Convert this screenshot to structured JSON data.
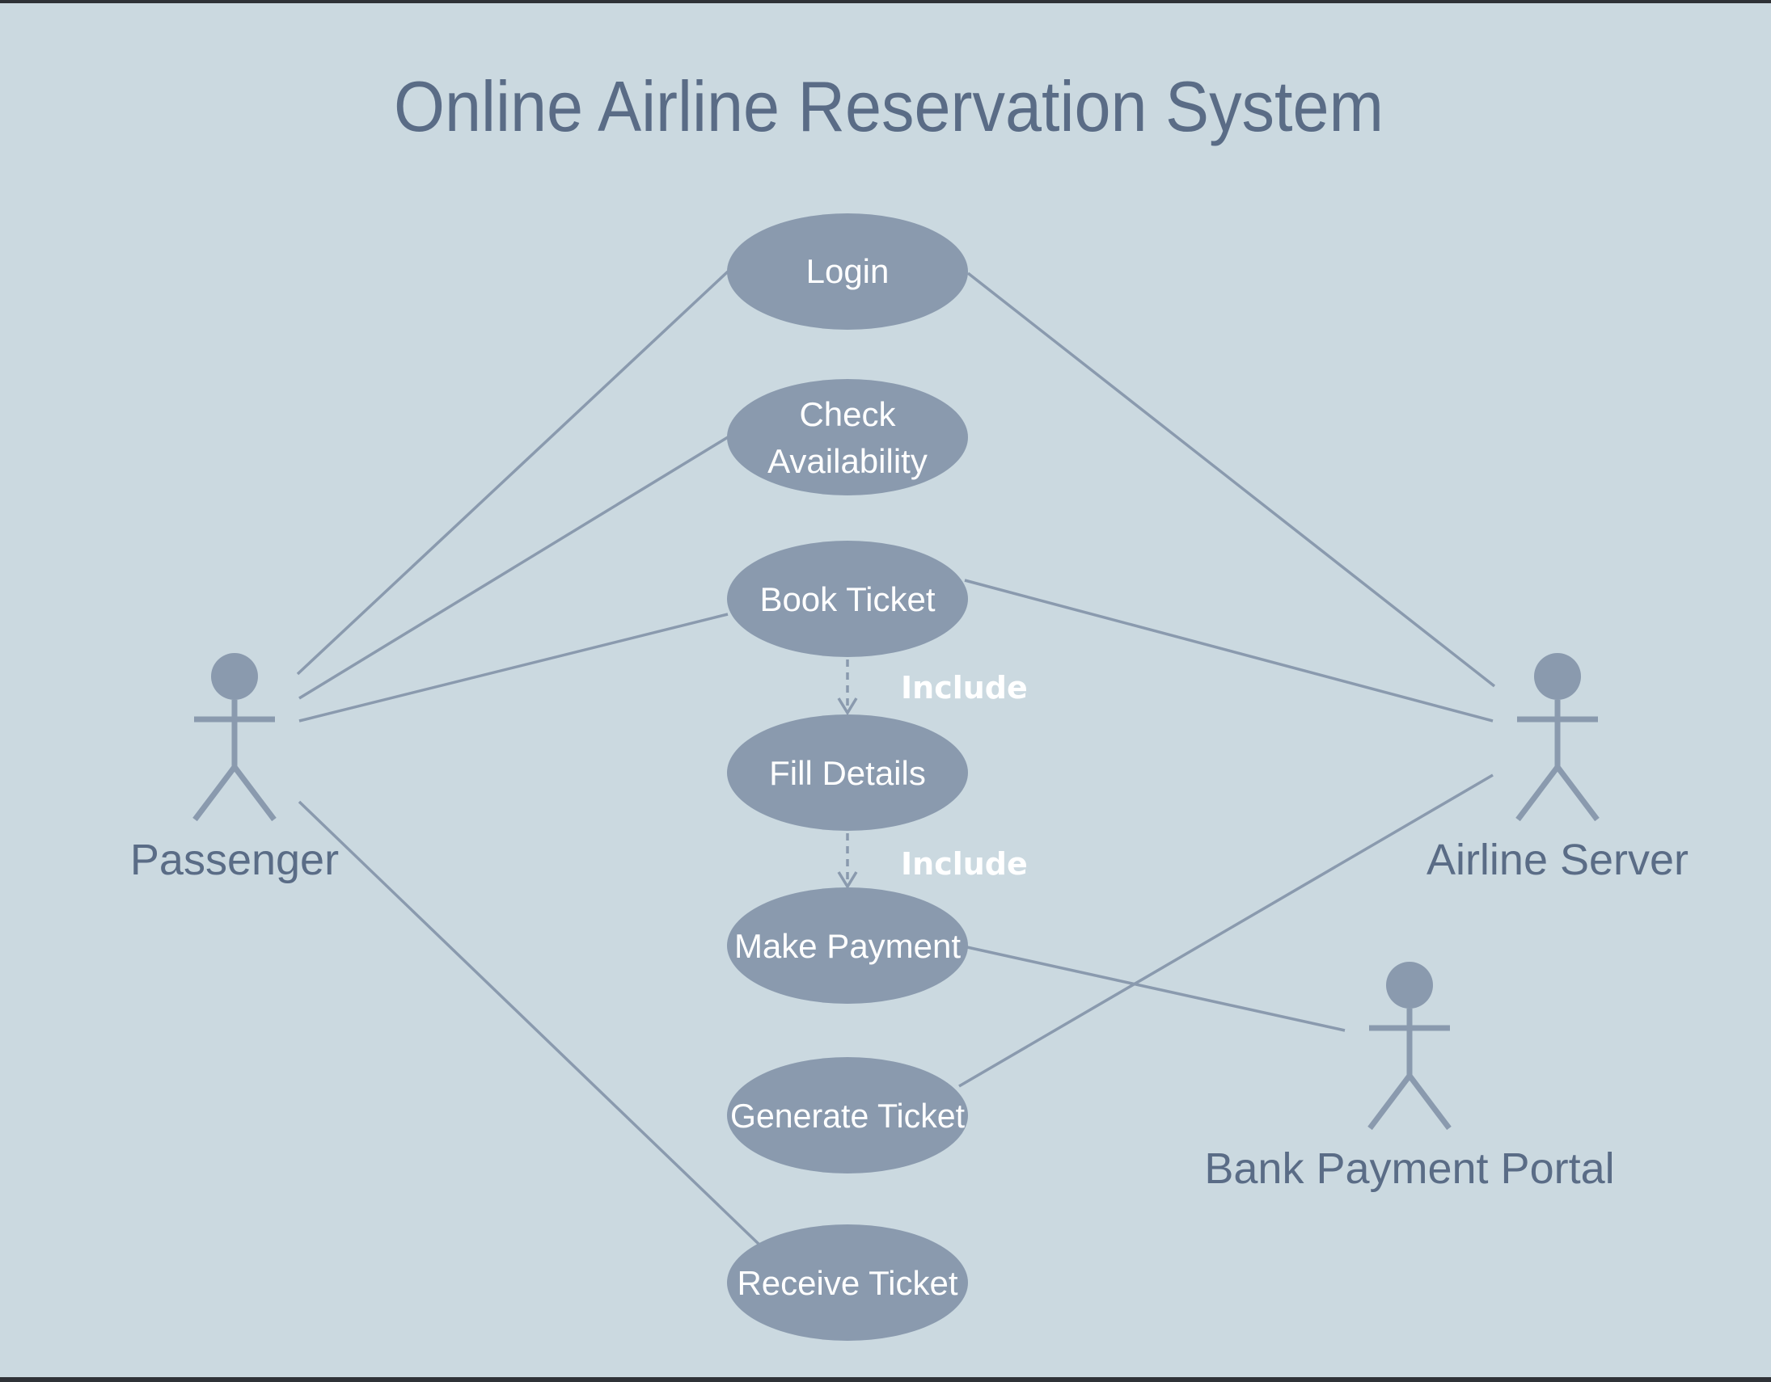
{
  "diagram": {
    "title": "Online Airline Reservation System",
    "use_cases": {
      "login": "Login",
      "check_availability_line1": "Check",
      "check_availability_line2": "Availability",
      "book_ticket": "Book Ticket",
      "fill_details": "Fill Details",
      "make_payment": "Make Payment",
      "generate_ticket": "Generate Ticket",
      "receive_ticket": "Receive Ticket"
    },
    "actors": {
      "passenger": "Passenger",
      "airline_server": "Airline Server",
      "bank_payment_portal": "Bank Payment Portal"
    },
    "relations": {
      "include_1": "Include",
      "include_2": "Include"
    },
    "colors": {
      "background": "#cbd9e0",
      "use_case_fill": "#8a9aae",
      "text_dark": "#5a6c86",
      "text_light": "#ffffff"
    }
  }
}
